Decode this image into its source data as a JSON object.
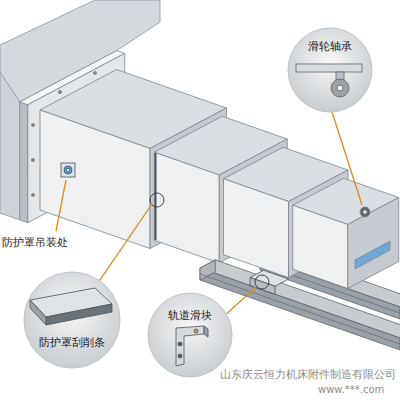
{
  "diagram": {
    "labels": [
      "防护罩吊装处",
      "滑轮轴承",
      "防护罩刮削条",
      "轨道滑块",
      "山东庆云恒力机床附件制造有限公司",
      "www.***.com"
    ]
  }
}
